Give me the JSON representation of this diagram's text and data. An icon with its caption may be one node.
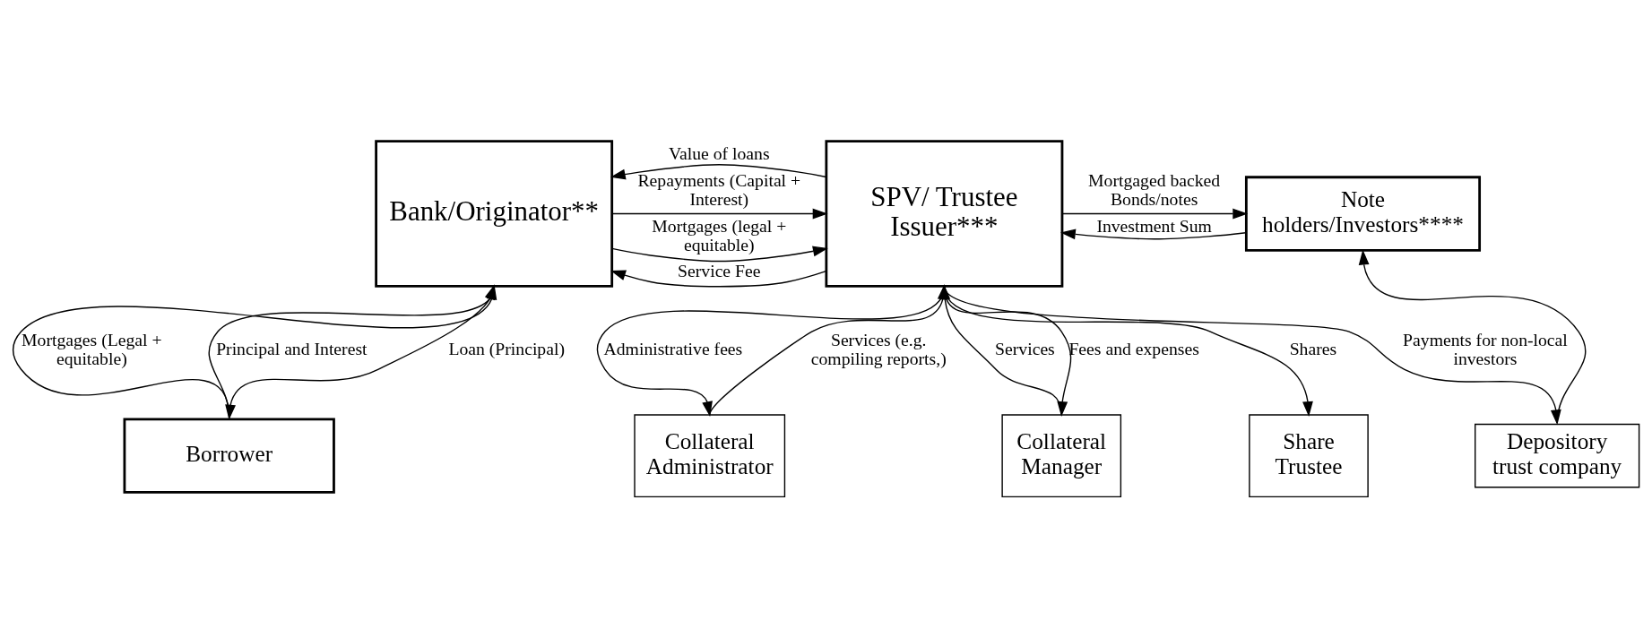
{
  "diagram": {
    "nodes": [
      {
        "text": [
          "Bank/Originator**"
        ]
      },
      {
        "text": [
          "SPV/ Trustee Issuer***"
        ]
      },
      {
        "text": [
          "Note holders/Investors****"
        ]
      },
      {
        "text": [
          "Depository trust company"
        ]
      },
      {
        "text": [
          "Borrower"
        ]
      },
      {
        "text": [
          "Share Trustee"
        ]
      },
      {
        "text": [
          "Collateral Manager"
        ]
      },
      {
        "text": [
          "Collateral Administrator"
        ]
      }
    ],
    "edges": [
      {
        "from": 0,
        "to": 1,
        "arrow": "to",
        "label": "Mortgages (legal + equitable)"
      },
      {
        "from": 1,
        "to": 0,
        "arrow": "to",
        "label": "Value of loans"
      },
      {
        "from": 0,
        "to": 1,
        "arrow": "to",
        "label": "Repayments (Capital + Interest)"
      },
      {
        "from": 1,
        "to": 0,
        "arrow": "to",
        "label": "Service Fee"
      },
      {
        "from": 1,
        "to": 2,
        "arrow": "to",
        "label": "Mortgaged backed Bonds/notes"
      },
      {
        "from": 2,
        "to": 1,
        "arrow": "to",
        "label": "Investment Sum"
      },
      {
        "from": 1,
        "to": 3,
        "arrow": "to",
        "label": "Payments for non-local investors"
      },
      {
        "from": 3,
        "to": 2,
        "arrow": "to"
      },
      {
        "from": 4,
        "to": 0,
        "arrow": "to",
        "label": "Mortgages (Legal + equitable)"
      },
      {
        "from": 0,
        "to": 4,
        "arrow": "to",
        "label": "Loan (Principal)"
      },
      {
        "from": 4,
        "to": 0,
        "arrow": "to",
        "label": "Principal and Interest"
      },
      {
        "from": 1,
        "to": 5,
        "arrow": "to",
        "label": "Shares"
      },
      {
        "from": 6,
        "to": 1,
        "arrow": "to",
        "label": "Services"
      },
      {
        "from": 1,
        "to": 6,
        "arrow": "to",
        "label": "Fees and expenses"
      },
      {
        "from": 1,
        "to": 7,
        "arrow": "to",
        "label": "Administrative fees"
      },
      {
        "from": 7,
        "to": 1,
        "arrow": "to",
        "label": "Services (e.g. compiling reports,)"
      }
    ]
  }
}
